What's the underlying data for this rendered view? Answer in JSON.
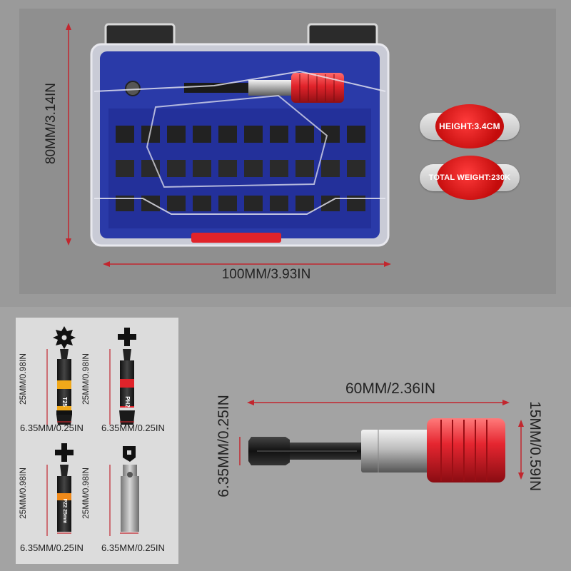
{
  "case_dimensions": {
    "height_label": "80MM/3.14IN",
    "width_label": "100MM/3.93IN"
  },
  "specs": {
    "height_badge": "HEIGHT:3.4CM",
    "weight_badge": "TOTAL WEIGHT:230K"
  },
  "bits": [
    {
      "tip": "T25",
      "length_label": "25MM/0.98IN",
      "shank_label": "6.35MM/0.25IN",
      "icon": "torx-star-icon",
      "ring_color": "#f0a81a"
    },
    {
      "tip": "PH2",
      "length_label": "25MM/0.98IN",
      "shank_label": "6.35MM/0.25IN",
      "icon": "phillips-cross-icon",
      "ring_color": "#e0232a"
    },
    {
      "tip": "PZ2 25mm",
      "length_label": "25MM/0.98IN",
      "shank_label": "6.35MM/0.25IN",
      "icon": "pozi-cross-icon",
      "ring_color": "#f08a1a"
    },
    {
      "tip": "",
      "length_label": "25MM/0.98IN",
      "shank_label": "6.35MM/0.25IN",
      "icon": "square-drive-icon",
      "ring_color": ""
    }
  ],
  "holder": {
    "length_label": "60MM/2.36IN",
    "shank_label": "6.35MM/0.25IN",
    "diameter_label": "15MM/0.59IN"
  },
  "colors": {
    "case_blue": "#2a3aa8",
    "accent_red": "#e0232a",
    "dimension_line": "#c2262e"
  }
}
